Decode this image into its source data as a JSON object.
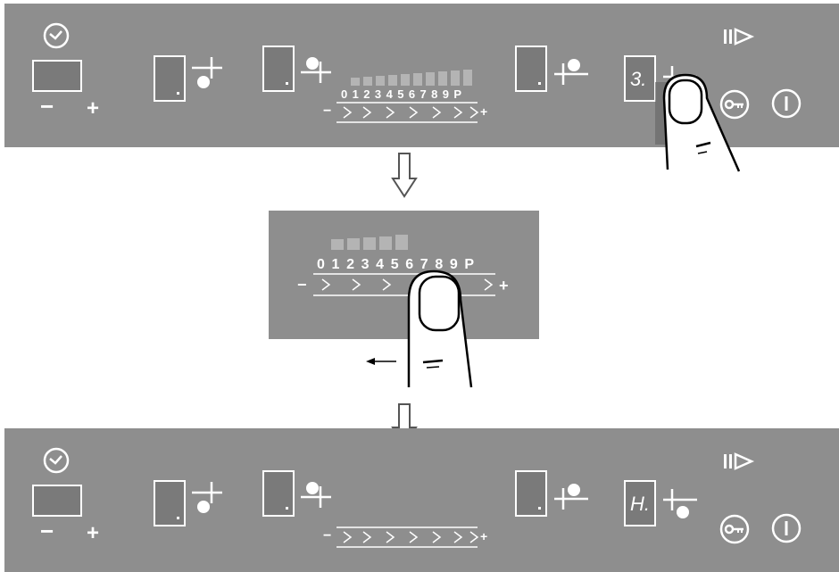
{
  "top_panel": {
    "zone4_digit": "3.",
    "scale_numbers": "0 1 2 3 4 5 6 7 8 9 P",
    "minus": "−",
    "plus": "+",
    "timer_minus": "−",
    "timer_plus": "+"
  },
  "middle_panel": {
    "scale_numbers": "0 1 2 3 4 5 6 7 8 9 P",
    "minus": "−",
    "plus": "+"
  },
  "bottom_panel": {
    "zone4_digit": "H.",
    "minus": "−",
    "plus": "+",
    "timer_minus": "−",
    "timer_plus": "+"
  },
  "icons": {
    "clock": "clock-icon",
    "pause": "pause-play-icon",
    "lock": "key-lock-icon",
    "power": "power-icon",
    "finger": "finger-icon",
    "arrow_down": "arrow-down-icon",
    "arrow_left": "arrow-left-icon"
  },
  "colors": {
    "panel": "#8e8e8e",
    "display": "#7a7a7a",
    "bars": "#b4b4b4"
  }
}
